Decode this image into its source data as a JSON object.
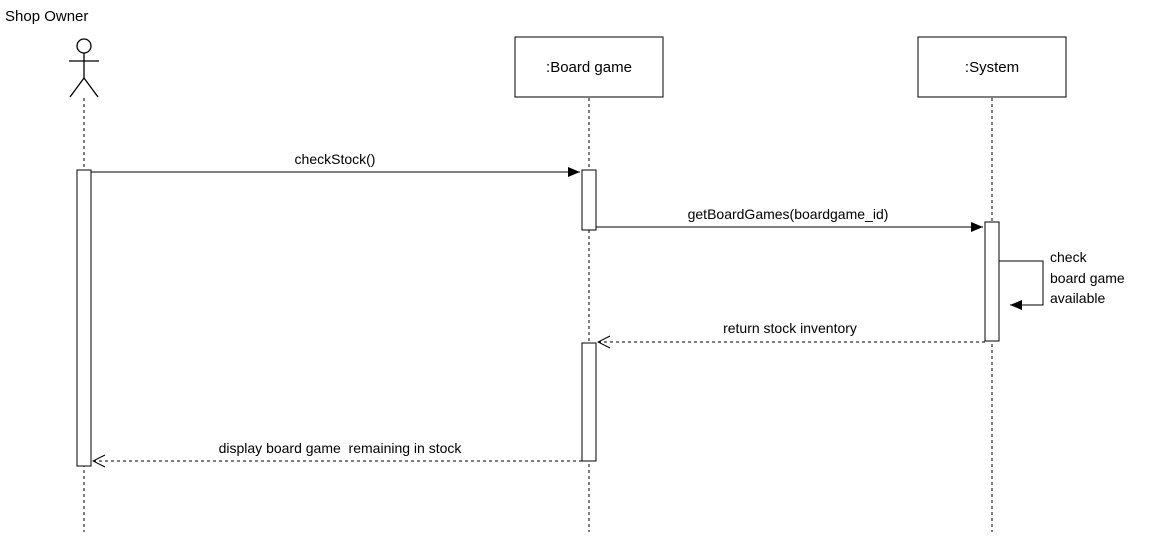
{
  "actor": {
    "name": "Shop Owner"
  },
  "lifelines": [
    {
      "label": ":Board game"
    },
    {
      "label": ":System"
    }
  ],
  "messages": [
    {
      "label": "checkStock()",
      "style": "sync"
    },
    {
      "label": "getBoardGames(boardgame_id)",
      "style": "sync"
    },
    {
      "label_lines": [
        "check",
        "board game",
        "available"
      ],
      "style": "self"
    },
    {
      "label": "return stock inventory",
      "style": "return"
    },
    {
      "label": "display board game  remaining in stock",
      "style": "return"
    }
  ],
  "colors": {
    "line": "#000000",
    "background": "#ffffff"
  }
}
